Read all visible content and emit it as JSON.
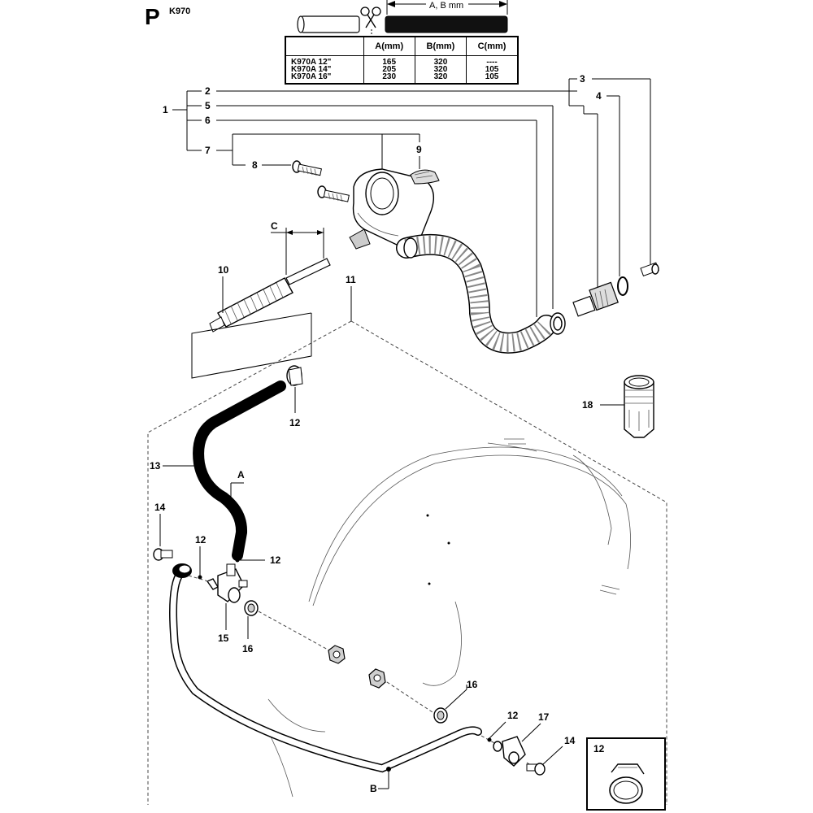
{
  "header": {
    "page_letter": "P",
    "model": "K970"
  },
  "dimension_label": "A, B mm",
  "table": {
    "columns": [
      "",
      "A(mm)",
      "B(mm)",
      "C(mm)"
    ],
    "rows": [
      [
        "K970A 12\"",
        "165",
        "320",
        "----"
      ],
      [
        "K970A 14\"",
        "205",
        "320",
        "105"
      ],
      [
        "K970A 16\"",
        "230",
        "320",
        "105"
      ]
    ]
  },
  "callouts": {
    "n1": "1",
    "n2": "2",
    "n3": "3",
    "n4": "4",
    "n5": "5",
    "n6": "6",
    "n7": "7",
    "n8": "8",
    "n9": "9",
    "n10": "10",
    "n11": "11",
    "n12a": "12",
    "n12b": "12",
    "n12c": "12",
    "n12d": "12",
    "n12e": "12",
    "n13": "13",
    "n14a": "14",
    "n14b": "14",
    "n15": "15",
    "n16a": "16",
    "n16b": "16",
    "n17": "17",
    "n18": "18"
  },
  "dim_letters": {
    "a": "A",
    "b": "B",
    "c": "C"
  },
  "inset": {
    "label": "12"
  }
}
